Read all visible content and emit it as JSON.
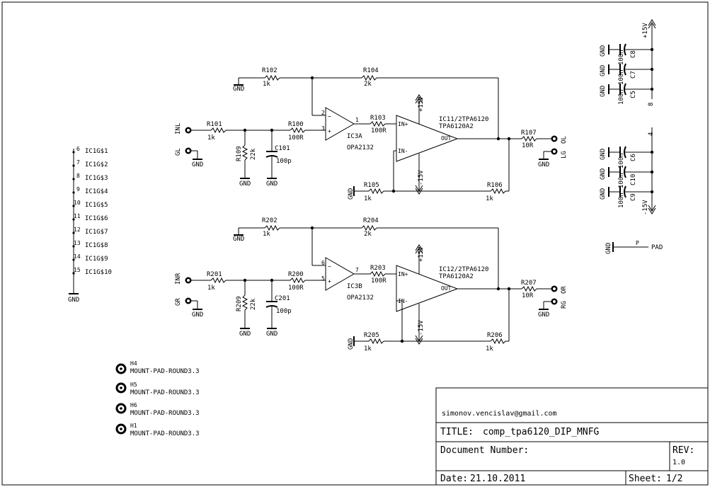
{
  "frame": {
    "email": "simonov.vencislav@gmail.com",
    "title_label": "TITLE:",
    "title_value": "comp_tpa6120_DIP_MNFG",
    "doc_number_label": "Document Number:",
    "rev_label": "REV:",
    "rev_value": "1.0",
    "date_label": "Date:",
    "date_value": "21.10.2011",
    "sheet_label": "Sheet:",
    "sheet_value": "1/2"
  },
  "ground_bus": {
    "pins": [
      "6",
      "7",
      "8",
      "9",
      "10",
      "11",
      "12",
      "13",
      "14",
      "15"
    ],
    "labels": [
      "IC1G$1",
      "IC1G$2",
      "IC1G$3",
      "IC1G$4",
      "IC1G$5",
      "IC1G$6",
      "IC1G$7",
      "IC1G$8",
      "IC1G$9",
      "IC1G$10"
    ],
    "gnd": "GND"
  },
  "mount_pads": [
    {
      "name": "H4",
      "value": "MOUNT-PAD-ROUND3.3"
    },
    {
      "name": "H5",
      "value": "MOUNT-PAD-ROUND3.3"
    },
    {
      "name": "H6",
      "value": "MOUNT-PAD-ROUND3.3"
    },
    {
      "name": "H1",
      "value": "MOUNT-PAD-ROUND3.3"
    }
  ],
  "channel_left": {
    "input": "INL",
    "in_gnd": "GL",
    "r_in_name": "R101",
    "r_in_value": "1k",
    "r_shunt_name": "R109",
    "r_shunt_value": "22k",
    "r_series_name": "R100",
    "r_series_value": "100R",
    "cap_name": "C101",
    "cap_value": "100p",
    "r_fb_gnd_name": "R102",
    "r_fb_gnd_value": "1k",
    "r_fb_name": "R104",
    "r_fb_value": "2k",
    "opamp_name": "IC3A",
    "opamp_value": "OPA2132",
    "opamp_pin_inv": "2",
    "opamp_pin_noninv": "3",
    "opamp_pin_out": "1",
    "r_link_name": "R103",
    "r_link_value": "100R",
    "buf_name": "IC11/2TPA6120",
    "buf_value": "TPA6120A2",
    "buf_in_plus": "IN+",
    "buf_in_minus": "IN-",
    "buf_out": "OUT",
    "pos_rail": "+15V",
    "neg_rail": "-15V",
    "r_gnd_name": "R105",
    "r_gnd_value": "1k",
    "r_loop_name": "R106",
    "r_loop_value": "1k",
    "r_out_name": "R107",
    "r_out_value": "10R",
    "output": "OL",
    "out_gnd": "LG",
    "gnd": "GND"
  },
  "channel_right": {
    "input": "INR",
    "in_gnd": "GR",
    "r_in_name": "R201",
    "r_in_value": "1k",
    "r_shunt_name": "R209",
    "r_shunt_value": "22k",
    "r_series_name": "R200",
    "r_series_value": "100R",
    "cap_name": "C201",
    "cap_value": "100p",
    "r_fb_gnd_name": "R202",
    "r_fb_gnd_value": "1k",
    "r_fb_name": "R204",
    "r_fb_value": "2k",
    "opamp_name": "IC3B",
    "opamp_value": "OPA2132",
    "opamp_pin_inv": "6",
    "opamp_pin_noninv": "5",
    "opamp_pin_out": "7",
    "r_link_name": "R203",
    "r_link_value": "100R",
    "buf_name": "IC12/2TPA6120",
    "buf_value": "TPA6120A2",
    "buf_in_plus": "IN+",
    "buf_in_minus": "IN-",
    "buf_out": "OUT",
    "pos_rail": "+15V",
    "neg_rail": "-15V",
    "r_gnd_name": "R205",
    "r_gnd_value": "1k",
    "r_loop_name": "R206",
    "r_loop_value": "1k",
    "r_out_name": "R207",
    "r_out_value": "10R",
    "output": "OR",
    "out_gnd": "RG",
    "gnd": "GND"
  },
  "decoupling_top": {
    "rail": "+15V",
    "pin": "8",
    "caps": [
      {
        "name": "C8",
        "value": "100n"
      },
      {
        "name": "C7",
        "value": "100n"
      },
      {
        "name": "C5",
        "value": "100n"
      }
    ],
    "gnd": "GND"
  },
  "decoupling_bottom": {
    "rail": "-15V",
    "pin": "4",
    "caps": [
      {
        "name": "C6",
        "value": "100n"
      },
      {
        "name": "C10",
        "value": "100n"
      },
      {
        "name": "C9",
        "value": "100n"
      }
    ],
    "gnd": "GND"
  },
  "pad": {
    "gnd": "GND",
    "pin": "P",
    "name": "PAD"
  }
}
